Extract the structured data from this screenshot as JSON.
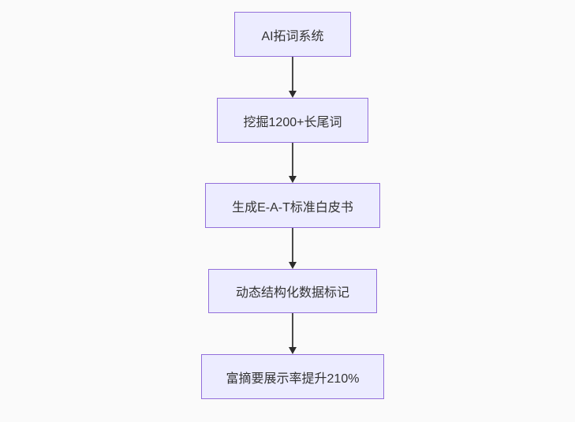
{
  "diagram": {
    "type": "flowchart",
    "direction": "top-down",
    "nodes": [
      {
        "label": "AI拓词系统"
      },
      {
        "label": "挖掘1200+长尾词"
      },
      {
        "label": "生成E-A-T标准白皮书"
      },
      {
        "label": "动态结构化数据标记"
      },
      {
        "label": "富摘要展示率提升210%"
      }
    ],
    "edges": [
      {
        "from": "AI拓词系统",
        "to": "挖掘1200+长尾词"
      },
      {
        "from": "挖掘1200+长尾词",
        "to": "生成E-A-T标准白皮书"
      },
      {
        "from": "生成E-A-T标准白皮书",
        "to": "动态结构化数据标记"
      },
      {
        "from": "动态结构化数据标记",
        "to": "富摘要展示率提升210%"
      }
    ],
    "colors": {
      "node_fill": "#ececff",
      "node_border": "#9370db",
      "edge_line": "#4a4a4a",
      "arrowhead": "#2b2b2b",
      "text": "#333333",
      "background": "#fafafa"
    }
  }
}
